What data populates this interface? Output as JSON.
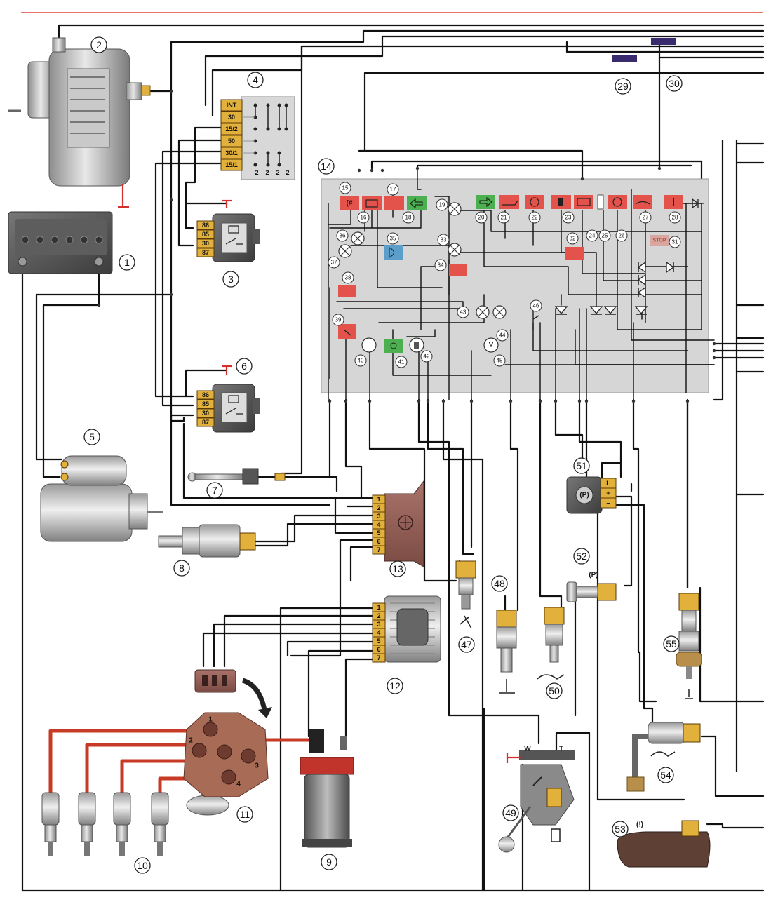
{
  "components": {
    "c1": "1",
    "c2": "2",
    "c3": "3",
    "c4": "4",
    "c5": "5",
    "c6": "6",
    "c7": "7",
    "c8": "8",
    "c9": "9",
    "c10": "10",
    "c11": "11",
    "c12": "12",
    "c13": "13",
    "c14": "14",
    "c29": "29",
    "c30": "30",
    "c47": "47",
    "c48": "48",
    "c49": "49",
    "c50": "50",
    "c51": "51",
    "c52": "52",
    "c53": "53",
    "c54": "54",
    "c55": "55"
  },
  "panel_numbers": {
    "p15": "15",
    "p16": "16",
    "p17": "17",
    "p18": "18",
    "p19": "19",
    "p20": "20",
    "p21": "21",
    "p22": "22",
    "p23": "23",
    "p24": "24",
    "p25": "25",
    "p26": "26",
    "p27": "27",
    "p28": "28",
    "p31": "31",
    "p32": "32",
    "p33": "33",
    "p34": "34",
    "p35": "35",
    "p36": "36",
    "p37": "37",
    "p38": "38",
    "p39": "39",
    "p40": "40",
    "p41": "41",
    "p42": "42",
    "p43": "43",
    "p44": "44",
    "p45": "45",
    "p46": "46"
  },
  "ignition_switch": {
    "terminals": [
      "INT",
      "30",
      "15/2",
      "50",
      "30/1",
      "15/1"
    ],
    "positions": [
      "2",
      "2",
      "2",
      "2"
    ]
  },
  "relay_pins": [
    "86",
    "85",
    "30",
    "87"
  ],
  "connector_13_pins": [
    "1",
    "2",
    "3",
    "4",
    "5",
    "6",
    "7"
  ],
  "connector_12_pins": [
    "1",
    "2",
    "3",
    "4",
    "5",
    "6",
    "7"
  ],
  "distributor_cap": [
    "1",
    "2",
    "3",
    "4"
  ],
  "sensor_labels": {
    "s51_L": "L",
    "s51_plus": "+",
    "s51_minus": "–",
    "s51_symbol": "(P)",
    "s52_symbol": "(P)",
    "s53_symbol": "(!)",
    "s49_W": "W",
    "s49_T": "T",
    "indicator_V": "V",
    "indicator_stop": "STOP"
  },
  "colors": {
    "wire": "#111111",
    "high_voltage_lead": "#c63a26",
    "panel_bg": "#d6d6d6",
    "warning_red": "#e4534b",
    "indicator_green": "#4caf50",
    "indicator_blue": "#5b9ec9",
    "connector": "#e2b13c",
    "fuse_purple": "#3a2a6e",
    "accent_line": "#e0473b"
  }
}
